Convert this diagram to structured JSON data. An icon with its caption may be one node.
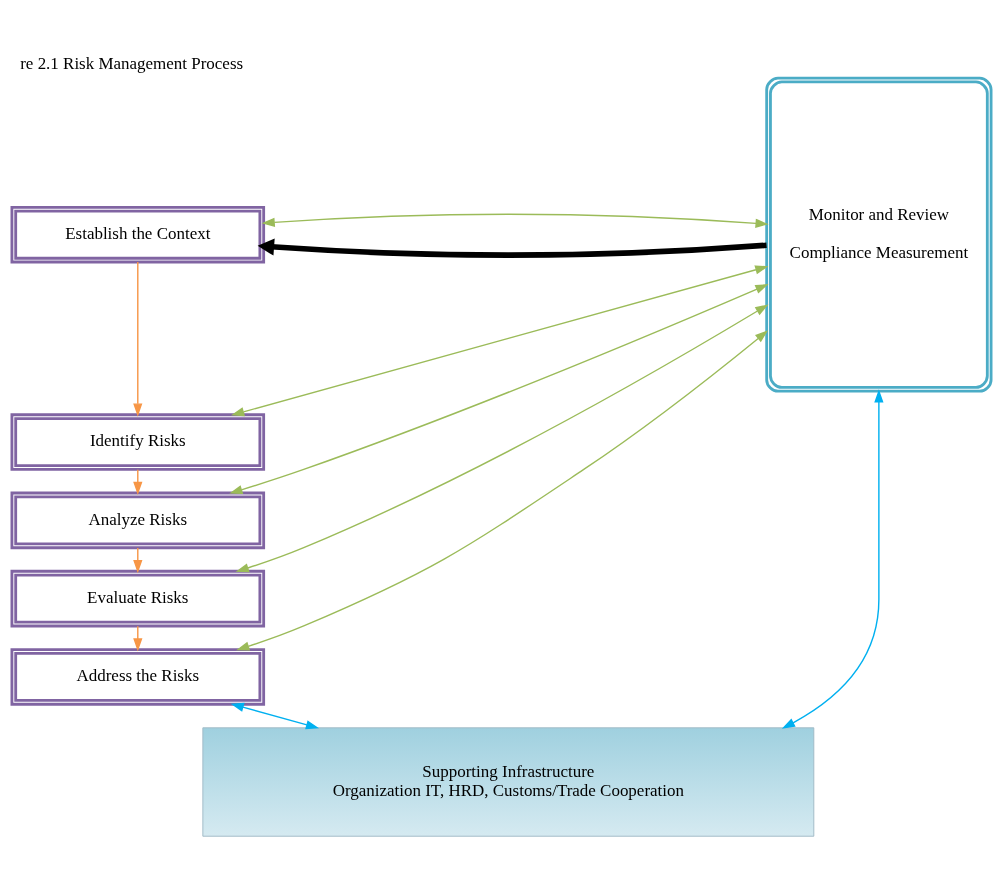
{
  "diagram": {
    "title": "re 2.1 Risk Management Process",
    "nodes": [
      {
        "text": [
          "Establish the Context"
        ]
      },
      {
        "text": [
          "Identify Risks"
        ]
      },
      {
        "text": [
          "Analyze Risks"
        ]
      },
      {
        "text": [
          "Evaluate Risks"
        ]
      },
      {
        "text": [
          "Address the Risks"
        ]
      },
      {
        "text": [
          "Monitor and Review",
          "Compliance Measurement"
        ]
      },
      {
        "text": [
          "Supporting Infrastructure",
          "Organization IT, HRD, Customs/Trade Cooperation"
        ]
      }
    ],
    "edges": [
      {
        "from": 5,
        "to": 0,
        "arrow": "to",
        "style": "thick",
        "color": "#000000"
      },
      {
        "from": 0,
        "to": 1,
        "arrow": "to",
        "color": "#f79646"
      },
      {
        "from": 1,
        "to": 2,
        "arrow": "to",
        "color": "#f79646"
      },
      {
        "from": 2,
        "to": 3,
        "arrow": "to",
        "color": "#f79646"
      },
      {
        "from": 3,
        "to": 4,
        "arrow": "to",
        "color": "#f79646"
      },
      {
        "from": 0,
        "to": 5,
        "arrow": "both",
        "color": "#9bbb59"
      },
      {
        "from": 1,
        "to": 5,
        "arrow": "both",
        "color": "#9bbb59"
      },
      {
        "from": 2,
        "to": 5,
        "arrow": "both",
        "color": "#9bbb59"
      },
      {
        "from": 3,
        "to": 5,
        "arrow": "both",
        "color": "#9bbb59"
      },
      {
        "from": 4,
        "to": 5,
        "arrow": "both",
        "color": "#9bbb59"
      },
      {
        "from": 4,
        "to": 6,
        "arrow": "both",
        "color": "#00b0f0"
      },
      {
        "from": 5,
        "to": 6,
        "arrow": "both",
        "color": "#00b0f0"
      }
    ]
  }
}
